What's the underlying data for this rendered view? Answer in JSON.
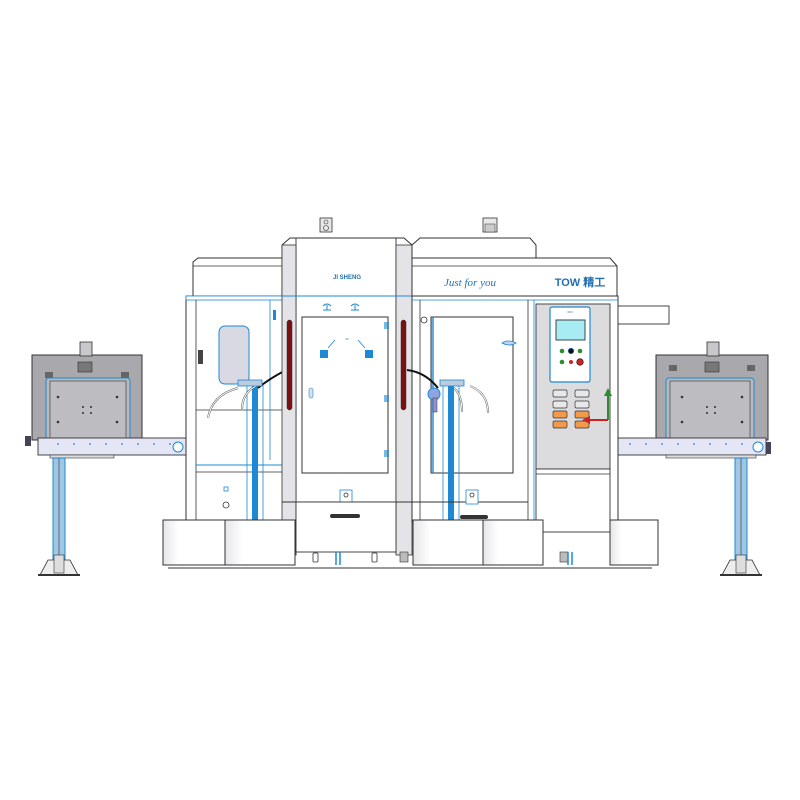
{
  "drawing": {
    "subject": "Dual-station filling machine with conveyors (front elevation)",
    "colors": {
      "line": "#333333",
      "blue_accent": "#1e88d4",
      "panel_gray": "#d9d9dc",
      "conveyor_gray": "#a9a9ad",
      "dark_red": "#7a1010",
      "screen_cyan": "#a8ecf3",
      "orange_button": "#f39a4a",
      "axis_green": "#2e8b2e",
      "axis_red": "#cc2222"
    }
  },
  "labels": {
    "center_column_text": "JI SHENG",
    "slogan": "Just for you",
    "brand": "TOW 精工"
  },
  "control_panel": {
    "screen": "touch-screen",
    "indicator_buttons": [
      "green",
      "black",
      "green",
      "green",
      "red",
      "red"
    ],
    "key_rows": [
      [
        "gray",
        "gray"
      ],
      [
        "gray",
        "gray"
      ],
      [
        "orange",
        "orange"
      ],
      [
        "orange",
        "orange"
      ]
    ]
  },
  "components": [
    "left-conveyor",
    "right-conveyor",
    "left-filling-station",
    "center-column-cabinet",
    "right-filling-station",
    "control-panel",
    "base-platform"
  ]
}
